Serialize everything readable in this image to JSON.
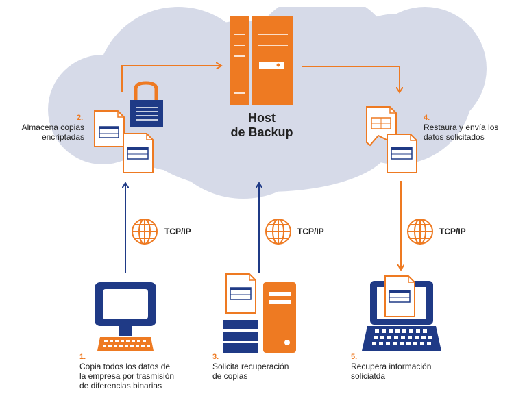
{
  "host": {
    "line1": "Host",
    "line2": "de Backup"
  },
  "protocol_label": "TCP/IP",
  "steps": [
    {
      "num": "1.",
      "lines": [
        "Copia todos los datos de",
        "la empresa por trasmisión",
        "de diferencias binarias"
      ]
    },
    {
      "num": "2.",
      "lines": [
        "Almacena copias",
        "encriptadas"
      ]
    },
    {
      "num": "3.",
      "lines": [
        "Solicita recuperación",
        "de copias"
      ]
    },
    {
      "num": "4.",
      "lines": [
        "Restaura y envía los",
        "datos solicitados"
      ]
    },
    {
      "num": "5.",
      "lines": [
        "Recupera información",
        "soliciatda"
      ]
    }
  ],
  "colors": {
    "orange": "#ee7a22",
    "navy": "#1f3a86",
    "cloud": "#d6dae8",
    "paper_stroke": "#ee7a22"
  },
  "icons": [
    "server-icon",
    "lock-icon",
    "document-icon",
    "globe-icon",
    "desktop-computer-icon",
    "tower-server-icon",
    "laptop-icon"
  ]
}
